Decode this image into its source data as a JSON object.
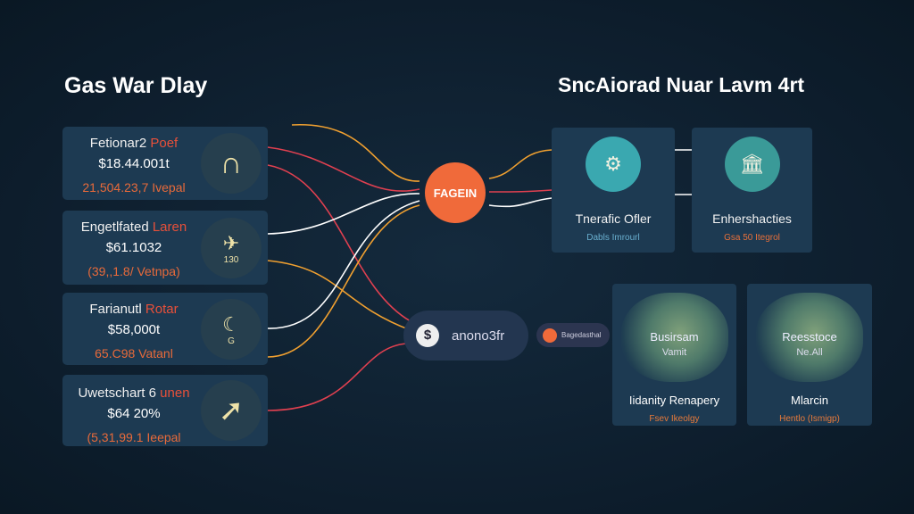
{
  "left_title": "Gas War Dlay",
  "right_title": "SncAiorad Nuar Lavm 4rt",
  "left_cards": [
    {
      "name": "Fetionar2",
      "name_highlight": "Poef",
      "value": "$18.44.001t",
      "sub": "21,504.23,7 Ivepal",
      "icon": "arch-icon"
    },
    {
      "name": "Engetlfated",
      "name_highlight": "Laren",
      "value": "$61.1032",
      "sub": "(39,,1.8/ Vetnpa)",
      "icon": "plane-icon",
      "icon_text": "130"
    },
    {
      "name": "Farianutl",
      "name_highlight": "Rotar",
      "value": "$58,000t",
      "sub": "65.C98 Vatanl",
      "icon": "moon-icon",
      "icon_text": "G"
    },
    {
      "name": "Uwetschart 6",
      "name_highlight": "unen",
      "value": "$64 20%",
      "sub": "(5,31,99.1 Ieepal",
      "icon": "arrow-icon"
    }
  ],
  "hub": {
    "label": "FAGEIN",
    "color": "#f06a3a"
  },
  "pill": {
    "label": "anono3fr"
  },
  "small_pill": {
    "label": "Bagedasthal"
  },
  "top_cards": [
    {
      "name": "Tnerafic Ofler",
      "sub": "Dabls Imrourl",
      "sub_color": "#6ab0d0"
    },
    {
      "name": "Enhershacties",
      "sub": "Gsa 50 Itegrol",
      "sub_color": "#e8703a"
    }
  ],
  "bottom_cards": [
    {
      "line1": "Busirsam",
      "line2": "Vamit",
      "name": "Iidanity Renapery",
      "sub": "Fsev Ikeolgy"
    },
    {
      "line1": "Reesstoce",
      "line2": "Ne.All",
      "name": "Mlarcin",
      "sub": "Hentlo (Ismigp)"
    }
  ]
}
